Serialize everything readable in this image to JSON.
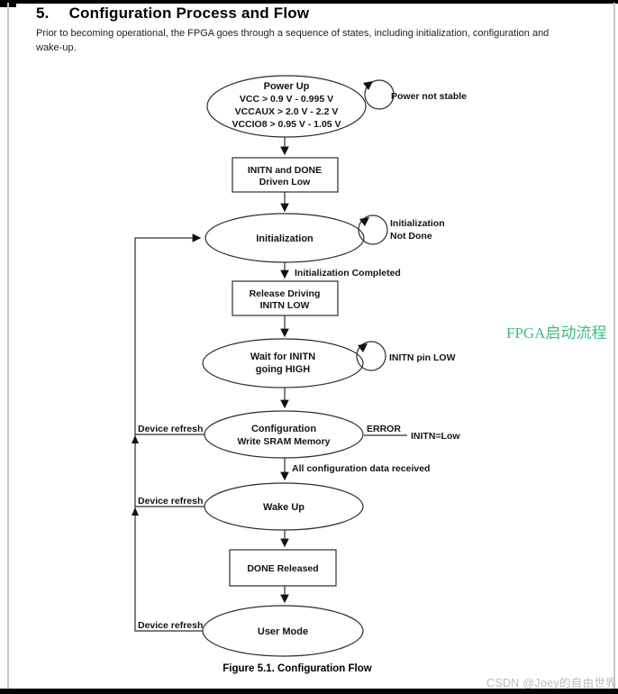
{
  "document": {
    "section_number": "5.",
    "section_title": "Configuration Process and Flow",
    "intro": "Prior to becoming operational, the FPGA goes through a sequence of states, including initialization, configuration and wake-up.",
    "figure_caption": "Figure 5.1. Configuration Flow"
  },
  "annotation": {
    "text": "FPGA启动流程",
    "color": "#3bbb7d"
  },
  "watermark": {
    "text": "CSDN @Joey的自由世界",
    "color": "#b7bbc0"
  },
  "flowchart": {
    "nodes": {
      "power_up": {
        "title": "Power Up",
        "details": [
          "VCC > 0.9 V - 0.995 V",
          "VCCAUX > 2.0 V - 2.2 V",
          "VCCIO8 > 0.95 V - 1.05 V"
        ]
      },
      "initn_done": {
        "line1": "INITN and DONE",
        "line2": "Driven Low"
      },
      "initialization": {
        "title": "Initialization"
      },
      "release_driving": {
        "line1": "Release Driving",
        "line2": "INITN LOW"
      },
      "wait_initn": {
        "line1": "Wait for INITN",
        "line2": "going HIGH"
      },
      "configuration": {
        "title": "Configuration",
        "subtitle": "Write SRAM Memory"
      },
      "wake_up": {
        "title": "Wake Up"
      },
      "done_released": {
        "title": "DONE Released"
      },
      "user_mode": {
        "title": "User Mode"
      }
    },
    "labels": {
      "power_not_stable": "Power not stable",
      "init_not_done_line1": "Initialization",
      "init_not_done_line2": "Not Done",
      "init_completed": "Initialization Completed",
      "initn_pin_low": "INITN pin LOW",
      "error": "ERROR",
      "initn_low": "INITN=Low",
      "all_config_received": "All configuration data received",
      "device_refresh_1": "Device refresh",
      "device_refresh_2": "Device refresh",
      "device_refresh_3": "Device refresh"
    }
  }
}
